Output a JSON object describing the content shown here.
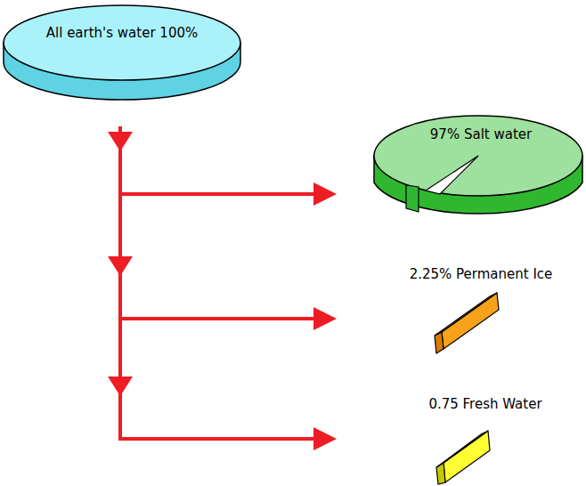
{
  "diagram": {
    "nodes": [
      {
        "text": [
          "All earth's water 100%"
        ]
      },
      {
        "text": [
          "97% Salt water"
        ]
      },
      {
        "text": [
          "2.25% Permanent Ice"
        ]
      },
      {
        "text": [
          "0.75 Fresh Water"
        ]
      }
    ],
    "edges": [
      {
        "from": 0,
        "to": 1,
        "arrow": "to"
      },
      {
        "from": 0,
        "to": 2,
        "arrow": "to"
      },
      {
        "from": 0,
        "to": 3,
        "arrow": "to"
      }
    ]
  }
}
